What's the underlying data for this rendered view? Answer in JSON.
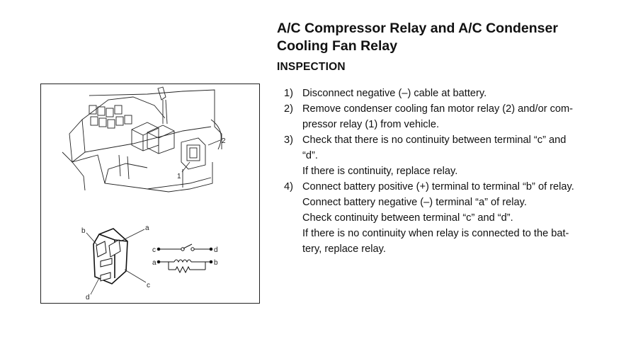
{
  "title_lines": [
    "A/C Compressor Relay and A/C Condenser",
    "Cooling Fan Relay"
  ],
  "section": "INSPECTION",
  "steps": [
    {
      "num": "1)",
      "lines": [
        "Disconnect negative (–) cable at battery."
      ]
    },
    {
      "num": "2)",
      "lines": [
        "Remove condenser cooling fan motor relay (2) and/or com-",
        "pressor relay (1) from vehicle."
      ]
    },
    {
      "num": "3)",
      "lines": [
        "Check that there is no continuity between terminal “c” and",
        "“d”.",
        "If there is continuity, replace relay."
      ]
    },
    {
      "num": "4)",
      "lines": [
        "Connect battery positive (+) terminal to terminal “b” of relay.",
        "Connect battery negative (–) terminal “a” of relay.",
        "Check continuity between terminal “c” and “d”.",
        "If there is no continuity when relay is connected to the bat-",
        "tery, replace relay."
      ]
    }
  ],
  "figure": {
    "callouts": {
      "relay_1": "1",
      "relay_2": "2"
    },
    "relay_terminals": {
      "a": "a",
      "b": "b",
      "c": "c",
      "d": "d"
    },
    "schematic_terminals": {
      "c": "c",
      "d": "d",
      "a": "a",
      "b": "b"
    }
  }
}
